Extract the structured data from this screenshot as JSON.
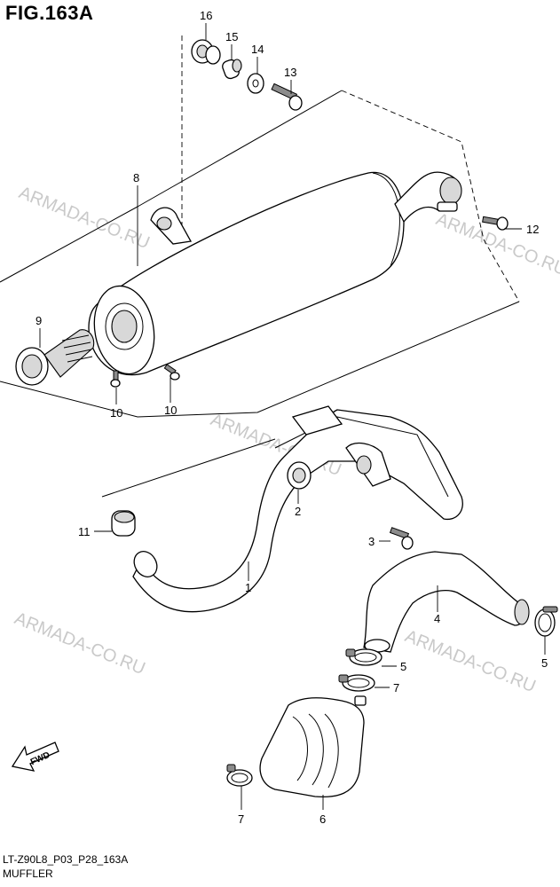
{
  "figure": {
    "title": "FIG.163A"
  },
  "footer": {
    "code": "LT-Z90L8_P03_P28_163A",
    "name": "MUFFLER"
  },
  "watermark": "ARMADA-CO.RU",
  "fwd_label": "FWD",
  "callouts": {
    "c1": "1",
    "c2": "2",
    "c3": "3",
    "c4": "4",
    "c5a": "5",
    "c5b": "5",
    "c6": "6",
    "c7a": "7",
    "c7b": "7",
    "c8": "8",
    "c9": "9",
    "c10a": "10",
    "c10b": "10",
    "c11": "11",
    "c12": "12",
    "c13": "13",
    "c14": "14",
    "c15": "15",
    "c16": "16"
  }
}
